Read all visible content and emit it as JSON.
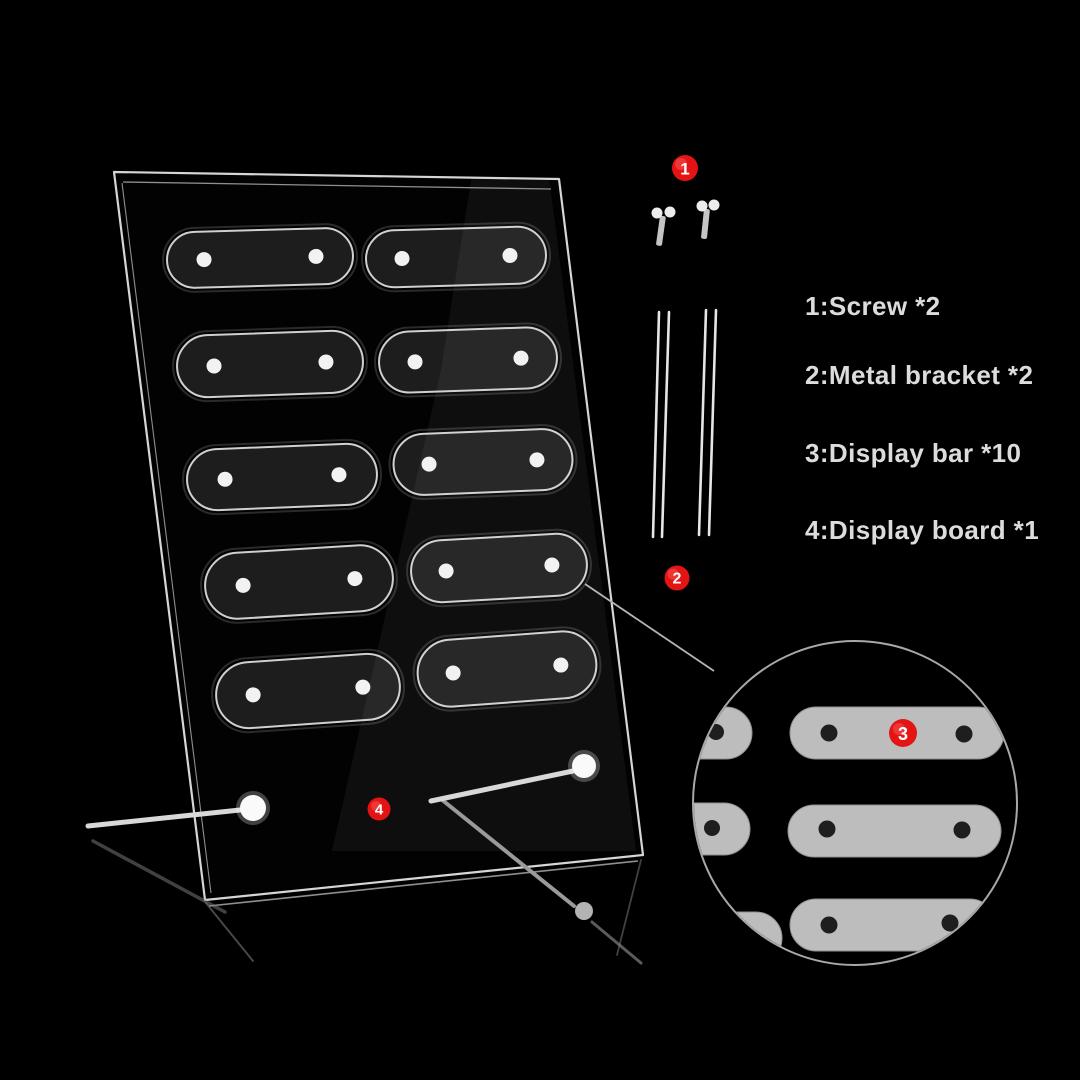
{
  "parts_list": {
    "item1": "1:Screw *2",
    "item2": "2:Metal bracket *2",
    "item3": "3:Display bar *10",
    "item4": "4:Display board *1"
  },
  "badges": {
    "b1": "1",
    "b2": "2",
    "b3": "3",
    "b4": "4"
  },
  "colors": {
    "background": "#000000",
    "badge_red": "#e41414",
    "badge_text": "#ffffff",
    "board_line": "#d6d6d6",
    "pill_fill": "#1d1d1d",
    "pill_stroke": "#d0d0d0",
    "dot_white": "#f2f2f2",
    "bar_fill": "#bdbdbd",
    "bar_hole": "#1e1e1e",
    "metal_light": "#e6e6e6",
    "circle_stroke": "#a8a8a8",
    "text_color": "#dcdcdc"
  }
}
